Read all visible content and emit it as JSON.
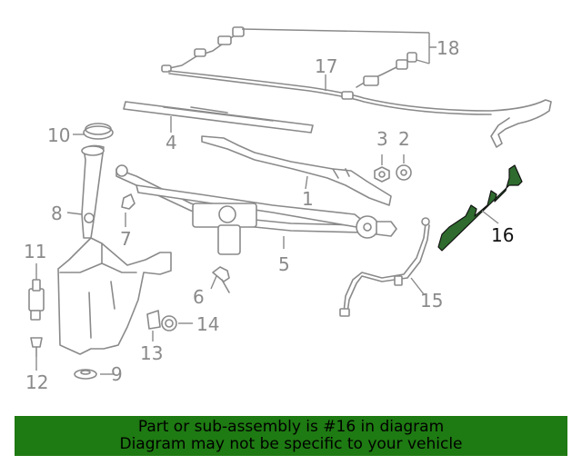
{
  "callouts": {
    "n1": "1",
    "n2": "2",
    "n3": "3",
    "n4": "4",
    "n5": "5",
    "n6": "6",
    "n7": "7",
    "n8": "8",
    "n9": "9",
    "n10": "10",
    "n11": "11",
    "n12": "12",
    "n13": "13",
    "n14": "14",
    "n15": "15",
    "n16": "16",
    "n17": "17",
    "n18": "18"
  },
  "highlighted_part": "16",
  "banner": {
    "line1": "Part or sub-assembly is #16 in diagram",
    "line2": "Diagram may not be specific to your vehicle"
  },
  "colors": {
    "banner": "#1e7a12",
    "highlight": "#2f6b2f",
    "lines": "#8a8a8a"
  }
}
